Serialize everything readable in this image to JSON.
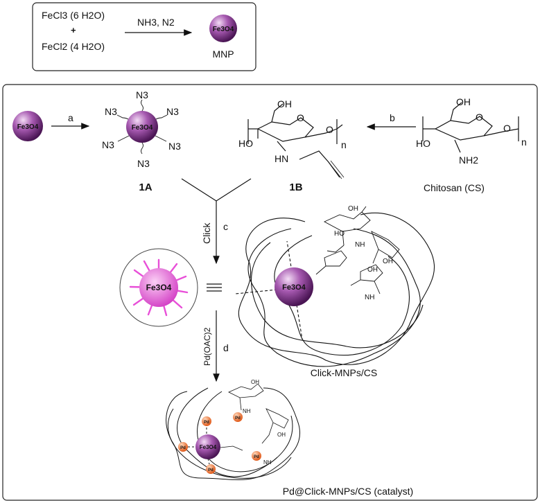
{
  "top": {
    "reagent1": "FeCl3 (6 H2O)",
    "plus": "+",
    "reagent2": "FeCl2 (4 H2O)",
    "conditions": "NH3, N2",
    "np_core": "Fe3O4",
    "product": "MNP"
  },
  "main": {
    "step_a": "a",
    "step_b": "b",
    "step_c": "c",
    "step_d": "d",
    "click_label": "Click",
    "pd_reagent": "Pd(OAC)2",
    "azide": "N3",
    "label_1A": "1A",
    "label_1B": "1B",
    "chitosan": "Chitosan (CS)",
    "product_click": "Click-MNPs/CS",
    "product_catalyst": "Pd@Click-MNPs/CS (catalyst)",
    "pd": "Pd",
    "oh": "OH",
    "ho": "HO",
    "nh": "NH",
    "hn": "HN",
    "nh2": "NH2",
    "n": "n",
    "o": "O"
  },
  "colors": {
    "np_purple": "#7b2f86",
    "np_highlight": "#e6b8ea",
    "urchin_pink": "#e84fd8",
    "pd_orange": "#f07a3a"
  }
}
